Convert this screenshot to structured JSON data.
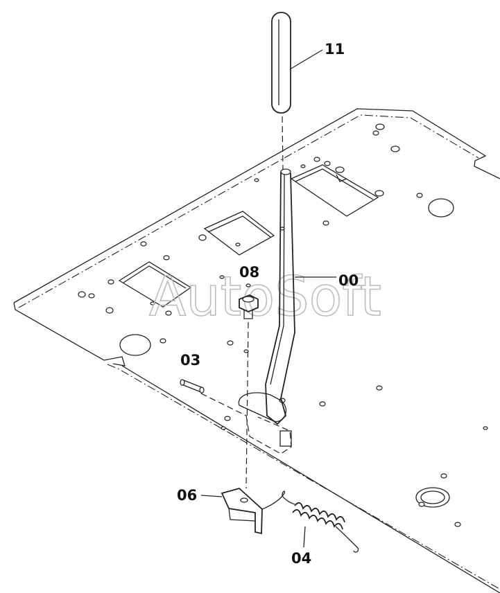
{
  "watermark": "AutoSoft",
  "parts": {
    "p11": "11",
    "p00": "00",
    "p08": "08",
    "p03": "03",
    "p06": "06",
    "p04": "04"
  }
}
